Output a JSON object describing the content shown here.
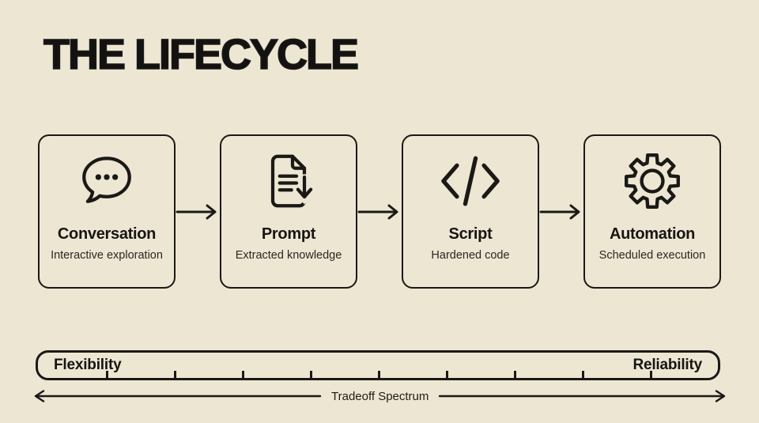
{
  "page": {
    "title": "THE LIFECYCLE",
    "background_color": "#EDE6D3",
    "ink_color": "#1A1916"
  },
  "stages": [
    {
      "title": "Conversation",
      "subtitle": "Interactive exploration",
      "icon": "chat-bubble-icon"
    },
    {
      "title": "Prompt",
      "subtitle": "Extracted knowledge",
      "icon": "document-download-icon"
    },
    {
      "title": "Script",
      "subtitle": "Hardened code",
      "icon": "code-brackets-icon"
    },
    {
      "title": "Automation",
      "subtitle": "Scheduled execution",
      "icon": "gear-icon"
    }
  ],
  "spectrum": {
    "left_label": "Flexibility",
    "right_label": "Reliability",
    "axis_label": "Tradeoff Spectrum"
  }
}
